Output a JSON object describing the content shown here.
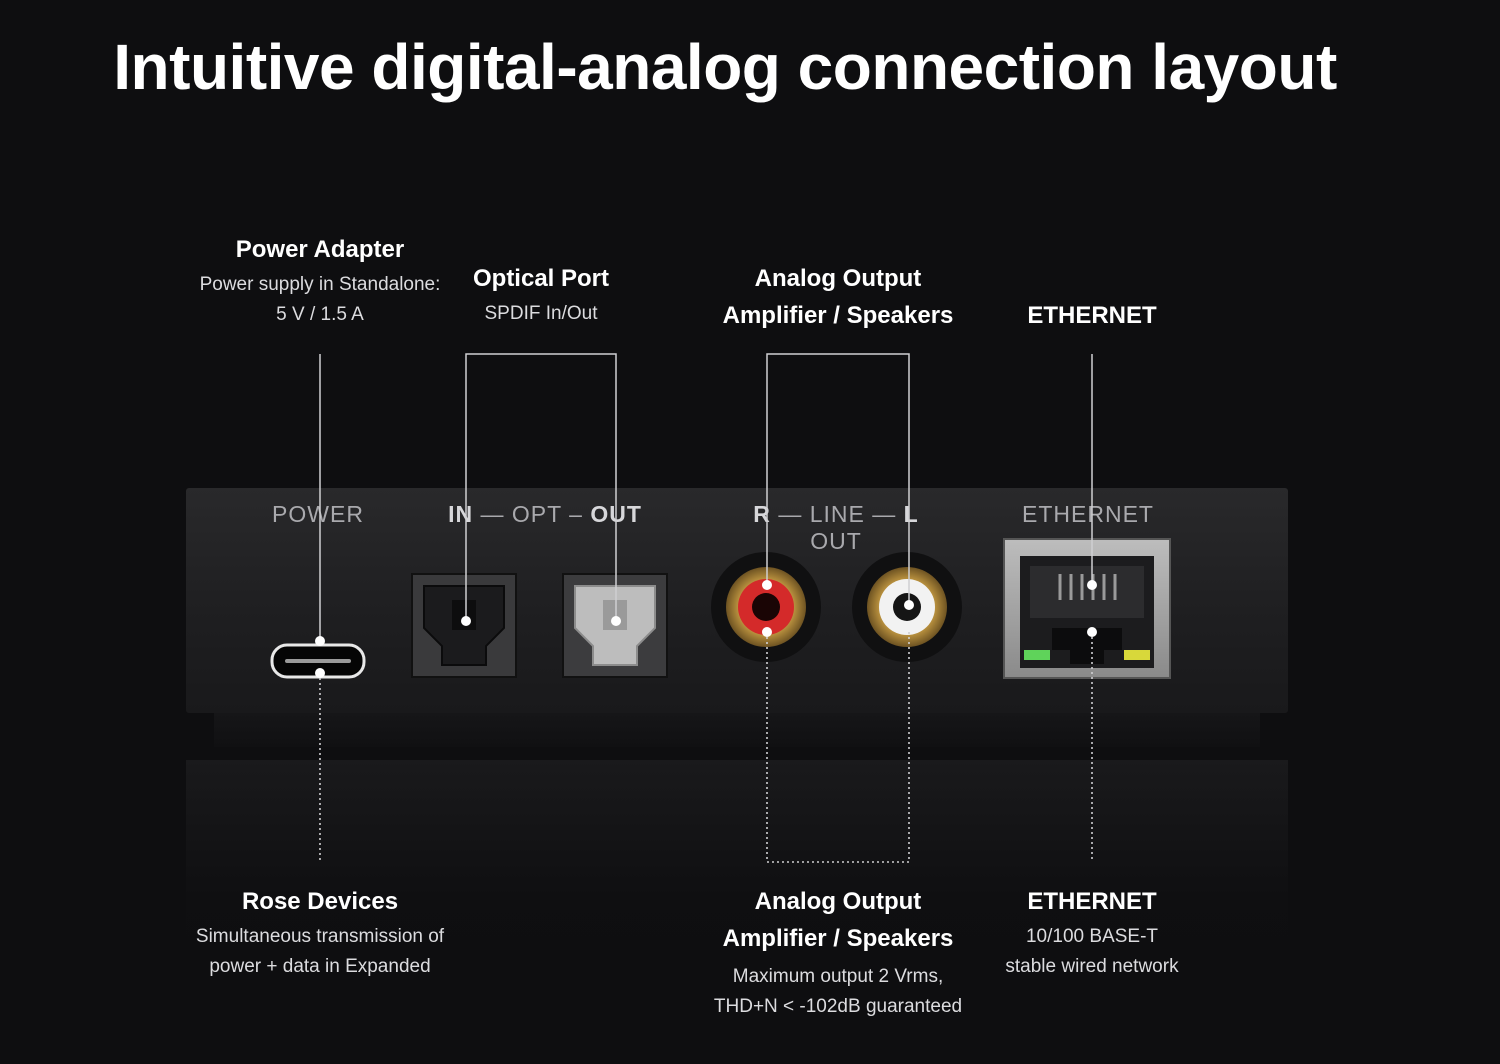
{
  "title": "Intuitive digital-analog connection layout",
  "device": {
    "power": "POWER",
    "opt_in": "IN",
    "opt_dash1": "—",
    "opt": "OPT",
    "opt_dash2": "–",
    "opt_out": "OUT",
    "line_r": "R",
    "line_dash1": "—",
    "line": "LINE",
    "line_dash2": "—",
    "line_l": "L",
    "line_out": "OUT",
    "ethernet": "ETHERNET"
  },
  "labels_top": {
    "power": {
      "title": "Power Adapter",
      "line1": "Power supply in Standalone:",
      "line2": "5 V / 1.5 A"
    },
    "optical": {
      "title": "Optical Port",
      "sub": "SPDIF In/Out"
    },
    "analog": {
      "title1": "Analog Output",
      "title2": "Amplifier / Speakers"
    },
    "ethernet": {
      "title": "ETHERNET"
    }
  },
  "labels_bottom": {
    "rose": {
      "title": "Rose Devices",
      "line1": "Simultaneous transmission of",
      "line2": "power + data in Expanded"
    },
    "analog": {
      "title1": "Analog Output",
      "title2": "Amplifier / Speakers",
      "line1": "Maximum output 2 Vrms,",
      "line2": "THD+N < -102dB guaranteed"
    },
    "ethernet": {
      "title": "ETHERNET",
      "line1": "10/100 BASE-T",
      "line2": "stable wired network"
    }
  },
  "colors": {
    "background": "#0e0e10",
    "rca_red": "#d42a2a",
    "rca_gold": "#c9a35a",
    "led_green": "#5fd35a",
    "led_yellow": "#d8d83a"
  }
}
